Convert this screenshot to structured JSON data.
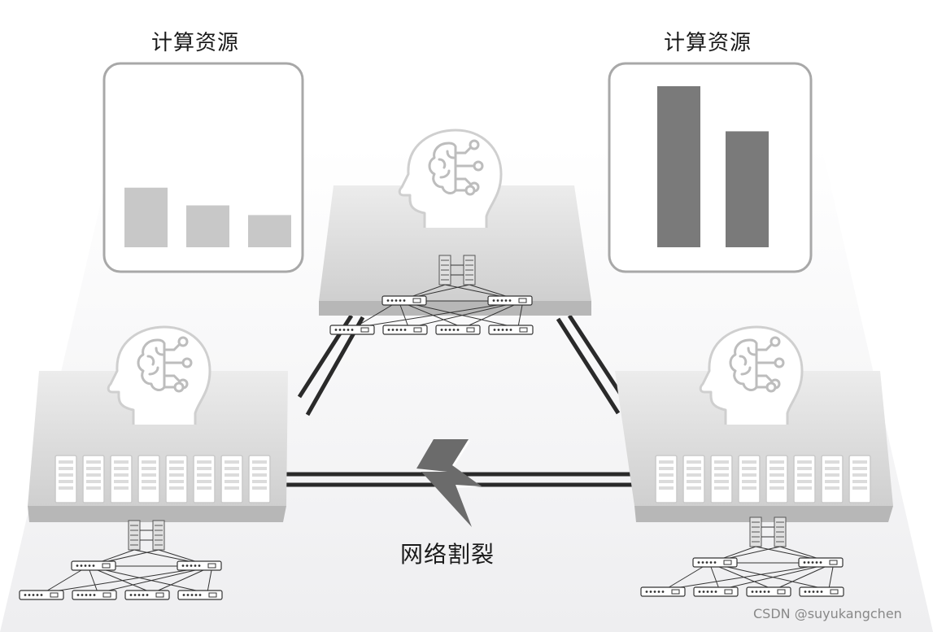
{
  "resource_left": {
    "title": "计算资源",
    "bars": [
      0.37,
      0.26,
      0.2
    ]
  },
  "resource_right": {
    "title": "计算资源",
    "bars": [
      1.0,
      0.72
    ]
  },
  "network_split": {
    "label": "网络割裂"
  },
  "watermark": "CSDN @suyukangchen",
  "colors": {
    "bar_light": "#c8c8c8",
    "bar_dark": "#7a7a7a",
    "frame": "#a8a8a8",
    "link": "#2a2a2a",
    "bolt": "#666666"
  },
  "icons": [
    "brain-head-icon",
    "server-rack-icon",
    "switch-icon",
    "lightning-bolt-icon"
  ]
}
